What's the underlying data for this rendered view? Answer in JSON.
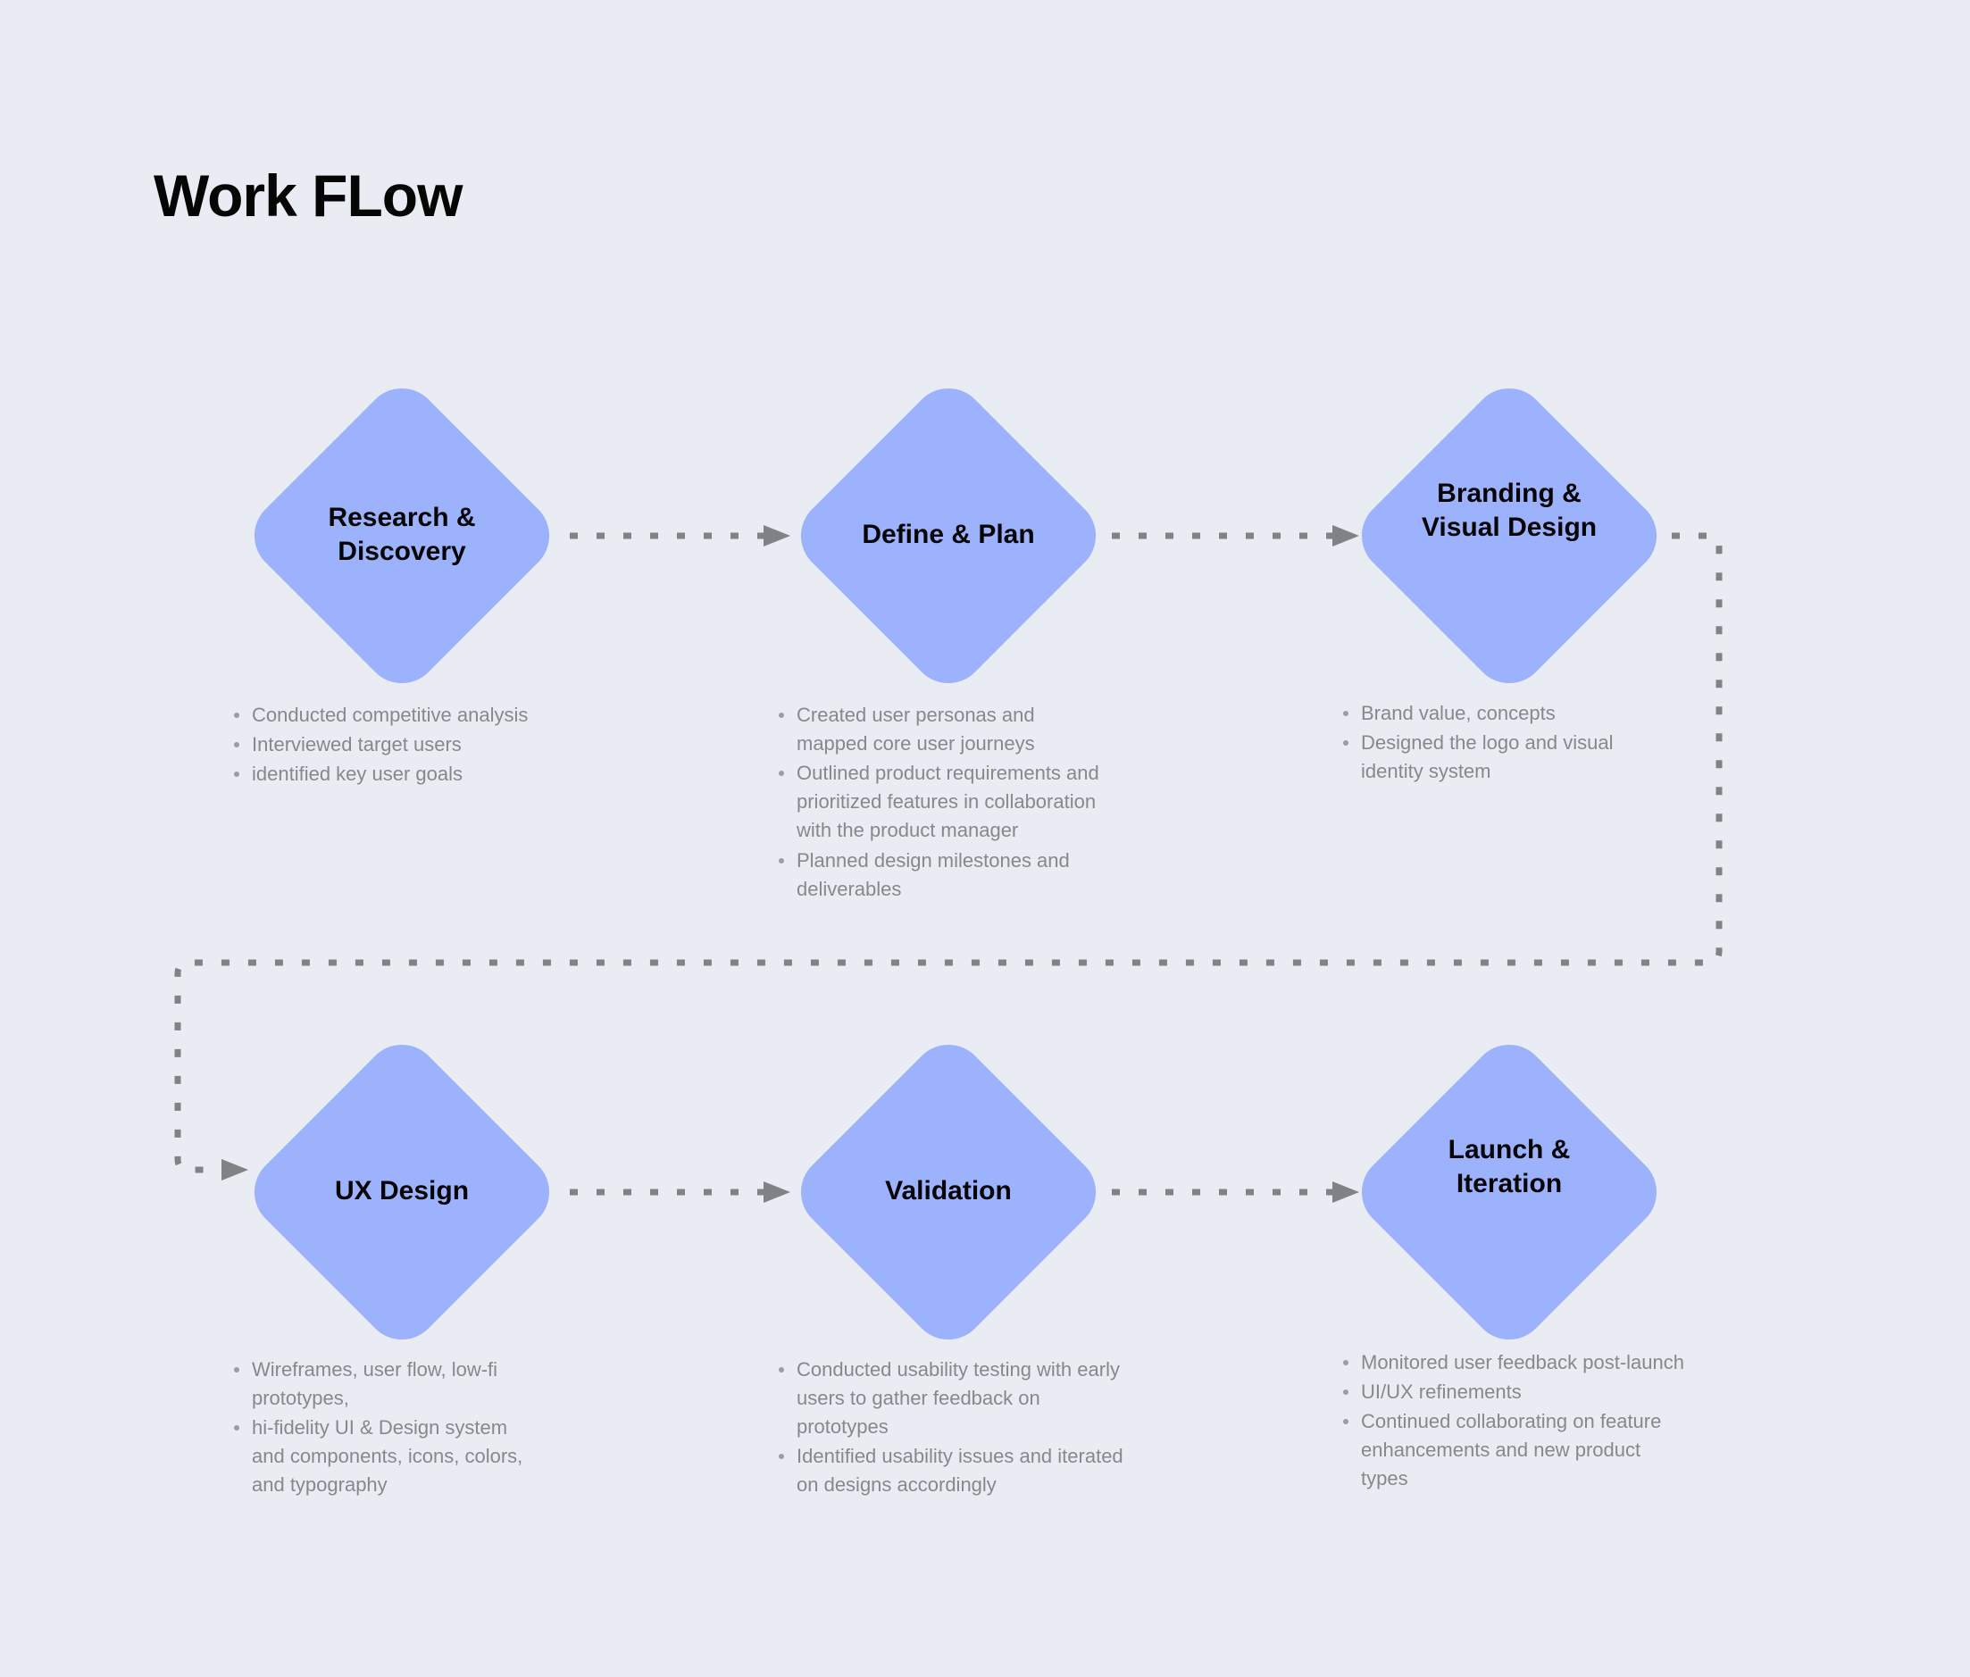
{
  "page": {
    "title": "Work FLow",
    "background_color": "#e9ecf2",
    "node_fill_color": "#9db2fd",
    "connector_color": "#808285",
    "bullet_text_color": "#86888c",
    "title_color": "#050505"
  },
  "diagram": {
    "type": "flowchart",
    "direction": "left-to-right, wraps to second row",
    "nodes": [
      {
        "id": "research-discovery",
        "label": "Research &\nDiscovery",
        "shape": "diamond",
        "row": 1,
        "column": 1,
        "bullets": [
          "Conducted competitive analysis",
          "Interviewed target users",
          "identified key user goals"
        ]
      },
      {
        "id": "define-plan",
        "label": "Define & Plan",
        "shape": "diamond",
        "row": 1,
        "column": 2,
        "bullets": [
          "Created user personas and mapped core user journeys",
          "Outlined product requirements and prioritized features in collaboration with the product manager",
          "Planned design milestones and deliverables"
        ]
      },
      {
        "id": "branding-visual-design",
        "label": "Branding &\nVisual Design",
        "shape": "diamond",
        "row": 1,
        "column": 3,
        "bullets": [
          "Brand value, concepts",
          "Designed the logo and visual identity system"
        ]
      },
      {
        "id": "ux-design",
        "label": "UX Design",
        "shape": "diamond",
        "row": 2,
        "column": 1,
        "bullets": [
          "Wireframes, user flow, low-fi prototypes,",
          "hi-fidelity UI & Design system and components, icons, colors, and typography"
        ]
      },
      {
        "id": "validation",
        "label": "Validation",
        "shape": "diamond",
        "row": 2,
        "column": 2,
        "bullets": [
          "Conducted usability testing with early users to gather feedback on prototypes",
          "Identified usability issues and iterated on designs accordingly"
        ]
      },
      {
        "id": "launch-iteration",
        "label": "Launch &\nIteration",
        "shape": "diamond",
        "row": 2,
        "column": 3,
        "bullets": [
          "Monitored user feedback post-launch",
          "UI/UX refinements",
          "Continued collaborating on feature enhancements and new product types"
        ]
      }
    ],
    "edges": [
      {
        "id": "edge-1",
        "from": "research-discovery",
        "to": "define-plan",
        "style": "dotted",
        "arrow": "triangle"
      },
      {
        "id": "edge-2",
        "from": "define-plan",
        "to": "branding-visual-design",
        "style": "dotted",
        "arrow": "triangle"
      },
      {
        "id": "edge-3",
        "from": "branding-visual-design",
        "to": "ux-design",
        "style": "dotted",
        "arrow": "triangle",
        "routing": "wrap-around"
      },
      {
        "id": "edge-4",
        "from": "ux-design",
        "to": "validation",
        "style": "dotted",
        "arrow": "triangle"
      },
      {
        "id": "edge-5",
        "from": "validation",
        "to": "launch-iteration",
        "style": "dotted",
        "arrow": "triangle"
      }
    ]
  }
}
